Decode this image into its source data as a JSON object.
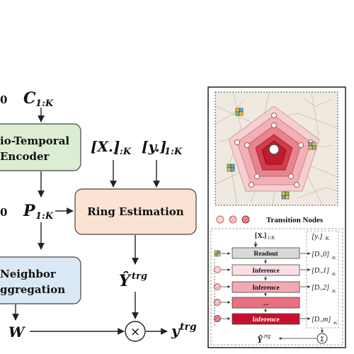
{
  "left": {
    "label_c_main": "C",
    "label_c_sub": "1:K",
    "label_p_main": "P",
    "label_p_sub": "1:K",
    "label_w": "W",
    "label_y_main": "y",
    "label_y_sup": "trg",
    "label_yhat_main": "Ŷ",
    "label_yhat_sup": "trg",
    "label_x_main": "[X.]",
    "label_x_sub": "1:K",
    "label_yy_main": "[y.]",
    "label_yy_sub": "1:K",
    "edge_zero_top": "0",
    "edge_zero_mid": "0",
    "encoder_line1": "io-Temporal",
    "encoder_line2": "Encoder",
    "ring_label": "Ring Estimation",
    "neighbor_line1": "Neighbor",
    "neighbor_line2": "ggregation",
    "times_symbol": "×"
  },
  "right": {
    "legend_text": "Transition Nodes",
    "in_x_main": "[X.]",
    "in_x_sub": "1:K",
    "in_y_main": "[y.]",
    "in_y_sub": ":K",
    "rows": [
      {
        "label": "Readout",
        "out_main": "[D.,0]",
        "out_sub": ":K"
      },
      {
        "label": "Inference",
        "out_main": "[D.,1]",
        "out_sub": ":K"
      },
      {
        "label": "Inference",
        "out_main": "[D.,2]",
        "out_sub": ":K"
      },
      {
        "label": "...",
        "out_main": "",
        "out_sub": ""
      },
      {
        "label": "Inference",
        "out_main": "[D.,m]",
        "out_sub": ":K"
      }
    ],
    "bottom_main": "Ŷ",
    "bottom_sup": "trg",
    "sum_symbol": "Σ"
  },
  "colors": {
    "encoder_fill": "#dcedd4",
    "ring_fill": "#fbe3d3",
    "neighbor_fill": "#dbe8f5",
    "readout_fill": "#d9d9d9",
    "inference1_fill": "#fbdde2",
    "inference2_fill": "#f3a8b4",
    "inference3_fill": "#e9707f",
    "inference4_fill": "#c8102e"
  }
}
